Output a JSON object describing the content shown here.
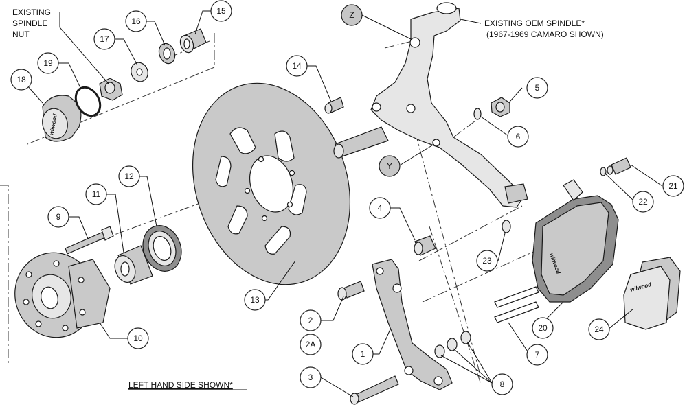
{
  "diagram": {
    "notes": {
      "existing_spindle_nut": [
        "EXISTING",
        "SPINDLE",
        "NUT"
      ],
      "existing_oem_spindle": [
        "EXISTING OEM SPINDLE*",
        "(1967-1969 CAMARO SHOWN)"
      ],
      "left_hand_side": "LEFT HAND SIDE SHOWN*"
    },
    "brand_marks": {
      "caliper": "wilwood",
      "pad": "wilwood",
      "dust_cap": "wilwood"
    },
    "callouts": {
      "c1": "1",
      "c2": "2",
      "c2a": "2A",
      "c3": "3",
      "c4": "4",
      "c5": "5",
      "c6": "6",
      "c7": "7",
      "c8": "8",
      "c9": "9",
      "c10": "10",
      "c11": "11",
      "c12": "12",
      "c13": "13",
      "c14": "14",
      "c15": "15",
      "c16": "16",
      "c17": "17",
      "c18": "18",
      "c19": "19",
      "c20": "20",
      "c21": "21",
      "c22": "22",
      "c23": "23",
      "c24": "24",
      "cy": "Y",
      "cz": "Z"
    }
  }
}
